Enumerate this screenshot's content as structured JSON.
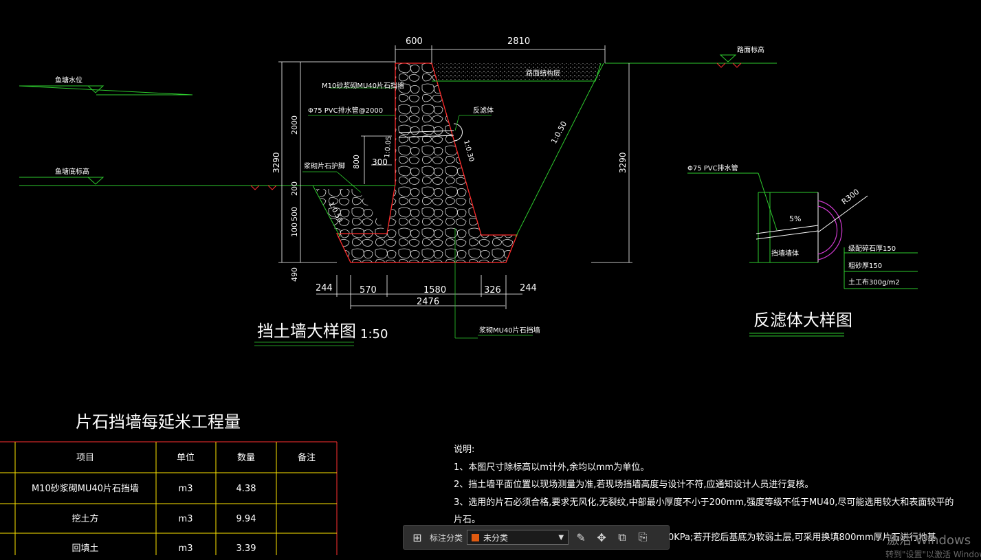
{
  "drawing": {
    "retaining_wall": {
      "title": "挡土墙大样图",
      "scale": "1:50",
      "top_dims": [
        "600",
        "2810"
      ],
      "height_left": "3290",
      "height_right": "3290",
      "left_stack": [
        "2000",
        "200",
        "500",
        "100"
      ],
      "below": "490",
      "bottom_dims": [
        "244",
        "570",
        "1580",
        "326",
        "244"
      ],
      "base_total": "2476",
      "small_dims": [
        "800",
        "300"
      ],
      "slopes": [
        "1:0.05",
        "1:0.30",
        "1:0.50",
        "1:0.50"
      ],
      "labels": {
        "normal_water": "鱼塘水位",
        "pond_bottom": "鱼塘底标高",
        "road_surface": "路面标高",
        "wall_material": "M10砂浆砌MU40片石挡墙",
        "pipe": "Φ75 PVC排水管@2000",
        "pavement": "路面结构层",
        "filter": "反滤体",
        "toe_protect": "浆砌片石护脚",
        "base": "浆砌MU40片石挡墙"
      }
    },
    "filter_detail": {
      "title": "反滤体大样图",
      "pipe": "Φ75 PVC排水管",
      "slope_pct": "5%",
      "radius": "R300",
      "wall": "挡墙墙体",
      "layers": [
        "级配碎石厚150",
        "粗砂厚150",
        "土工布300g/m2"
      ]
    },
    "quantity_table": {
      "title": "片石挡墙每延米工程量",
      "headers": [
        "项目",
        "单位",
        "数量",
        "备注"
      ],
      "rows": [
        [
          "M10砂浆砌MU40片石挡墙",
          "m3",
          "4.38",
          ""
        ],
        [
          "挖土方",
          "m3",
          "9.94",
          ""
        ],
        [
          "回填土",
          "m3",
          "3.39",
          ""
        ]
      ]
    },
    "notes": {
      "heading": "说明:",
      "lines": [
        "1、本图尺寸除标高以m计外,余均以mm为单位。",
        "2、挡土墙平面位置以现场测量为准,若现场挡墙高度与设计不符,应通知设计人员进行复核。",
        "3、选用的片石必须合格,要求无风化,无裂纹,中部最小厚度不小于200mm,强度等级不低于MU40,尽可能选用较大和表面较平的",
        "片石。",
        "0KPa;若开挖后基底为软弱土层,可采用换填800mm厚片石进行地基"
      ]
    }
  },
  "toolbar": {
    "category_label": "标注分类",
    "category_value": "未分类",
    "swatch_color": "#e05a10"
  },
  "watermark": {
    "line1": "激活 Windows",
    "line2": "转到\"设置\"以激活 Windows。"
  }
}
